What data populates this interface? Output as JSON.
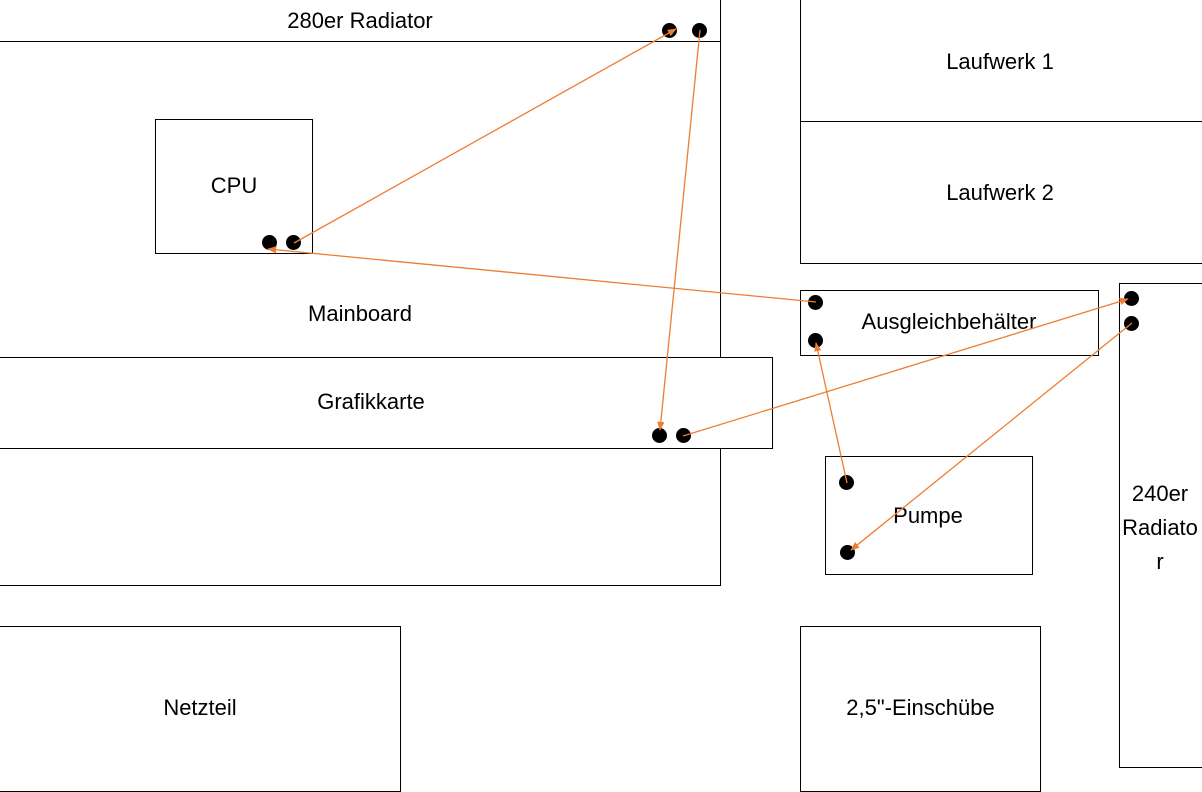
{
  "components": {
    "radiator_280": "280er Radiator",
    "mainboard": "Mainboard",
    "cpu": "CPU",
    "graphics_card": "Grafikkarte",
    "drive_1": "Laufwerk 1",
    "drive_2": "Laufwerk 2",
    "reservoir": "Ausgleichbehälter",
    "pump": "Pumpe",
    "radiator_240": "240er Radiator",
    "psu": "Netzteil",
    "bays_25": "2,5\"-Einschübe"
  },
  "colors": {
    "tube": "#ED7D31",
    "outline": "#000000",
    "port": "#000000"
  },
  "flow": [
    {
      "from": "radiator_280",
      "to": "graphics_card"
    },
    {
      "from": "graphics_card",
      "to": "radiator_240"
    },
    {
      "from": "radiator_240",
      "to": "pump"
    },
    {
      "from": "pump",
      "to": "reservoir"
    },
    {
      "from": "reservoir",
      "to": "cpu"
    },
    {
      "from": "cpu",
      "to": "radiator_280"
    }
  ]
}
